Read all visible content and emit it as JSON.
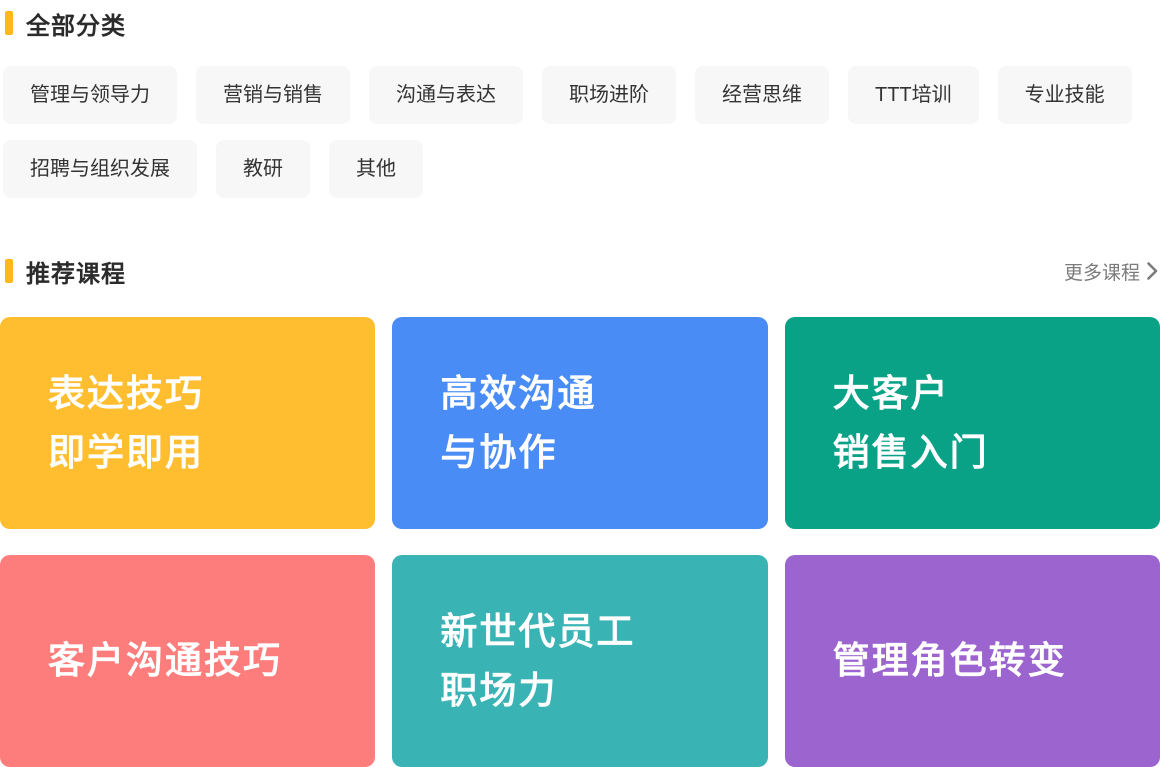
{
  "colors": {
    "accent": "#FFB71C",
    "chip_background": "#F7F7F8",
    "more_link_gray": "#7B7B7B"
  },
  "all_categories": {
    "title": "全部分类",
    "items": [
      "管理与领导力",
      "营销与销售",
      "沟通与表达",
      "职场进阶",
      "经营思维",
      "TTT培训",
      "专业技能",
      "招聘与组织发展",
      "教研",
      "其他"
    ]
  },
  "recommended": {
    "title": "推荐课程",
    "more_link": "更多课程",
    "more_icon": "chevron-right-icon",
    "cards": [
      {
        "title": "表达技巧\n即学即用",
        "color": "#FEBE30"
      },
      {
        "title": "高效沟通\n与协作",
        "color": "#4A8CF6"
      },
      {
        "title": "大客户\n销售入门",
        "color": "#0AA287"
      },
      {
        "title": "客户沟通技巧",
        "color": "#FC7D7B"
      },
      {
        "title": "新世代员工\n职场力",
        "color": "#3AB3B4"
      },
      {
        "title": "管理角色转变",
        "color": "#9C64CF"
      }
    ]
  }
}
